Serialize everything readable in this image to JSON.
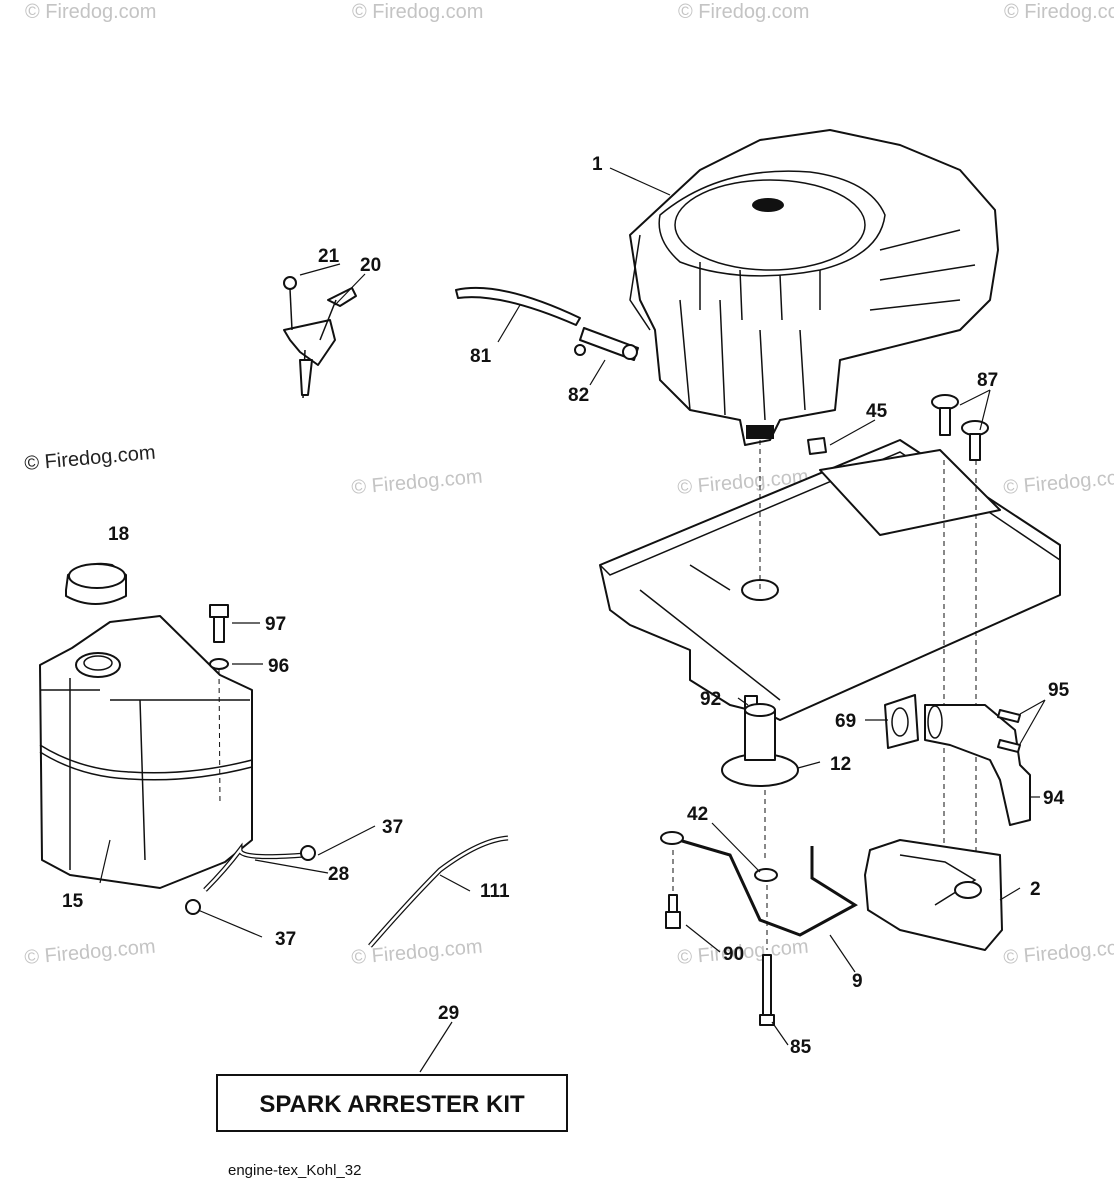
{
  "watermark": {
    "text": "© Firedog.com"
  },
  "callouts": {
    "c1": "1",
    "c2": "2",
    "c9": "9",
    "c12": "12",
    "c15": "15",
    "c18": "18",
    "c20": "20",
    "c21": "21",
    "c28": "28",
    "c29": "29",
    "c37a": "37",
    "c37b": "37",
    "c42": "42",
    "c45": "45",
    "c69": "69",
    "c81": "81",
    "c82": "82",
    "c85": "85",
    "c87": "87",
    "c90": "90",
    "c92": "92",
    "c94": "94",
    "c95": "95",
    "c96": "96",
    "c97": "97",
    "c111": "111"
  },
  "kit_label": "SPARK ARRESTER KIT",
  "caption": "engine-tex_Kohl_32"
}
